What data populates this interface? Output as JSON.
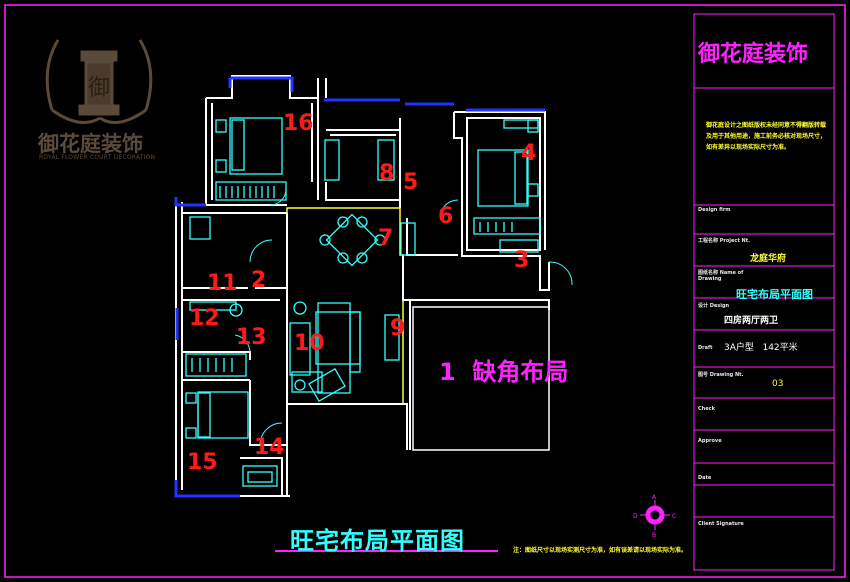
{
  "title_block": {
    "company": "御花庭装饰",
    "note": "御花庭设计之图纸版权未经同意不得翻版转载及用于其他用途，施工前务必核对现场尺寸，如有差异以现场实际尺寸为准。",
    "fields": [
      {
        "label": "Design firm",
        "value": ""
      },
      {
        "label": "工程名称 Project Nt.",
        "value": "龙庭华府"
      },
      {
        "label": "图纸名称 Name of Drawing",
        "value": "旺宅布局平面图"
      },
      {
        "label": "设计 Design",
        "value": "四房两厅两卫"
      },
      {
        "label": "Draft",
        "value": "3A户型   142平米"
      },
      {
        "label": "图号 Drawing Nt.",
        "value": "03"
      },
      {
        "label": "Check",
        "value": ""
      },
      {
        "label": "Approve",
        "value": ""
      },
      {
        "label": "Date",
        "value": ""
      },
      {
        "label": "Client Signature",
        "value": ""
      }
    ]
  },
  "logo": {
    "name": "御花庭装饰",
    "subtitle": "ROYAL FLOWER COURT DECORATION"
  },
  "plan": {
    "title": "旺宅布局平面图",
    "footnote": "注：图纸尺寸以现场实测尺寸为准，如有误差请以现场实际为准。",
    "missing_corner_label": "1  缺角布局",
    "zones": [
      "2",
      "3",
      "4",
      "5",
      "6",
      "7",
      "8",
      "9",
      "10",
      "11",
      "12",
      "13",
      "14",
      "15",
      "16"
    ]
  },
  "colors": {
    "background": "#000000",
    "wall": "#ffffff",
    "furniture": "#33ffff",
    "window": "#2222ff",
    "frame": "#ff22ff",
    "zone_number": "#ff1a1a",
    "courtyard_outline": "#ffff33"
  }
}
